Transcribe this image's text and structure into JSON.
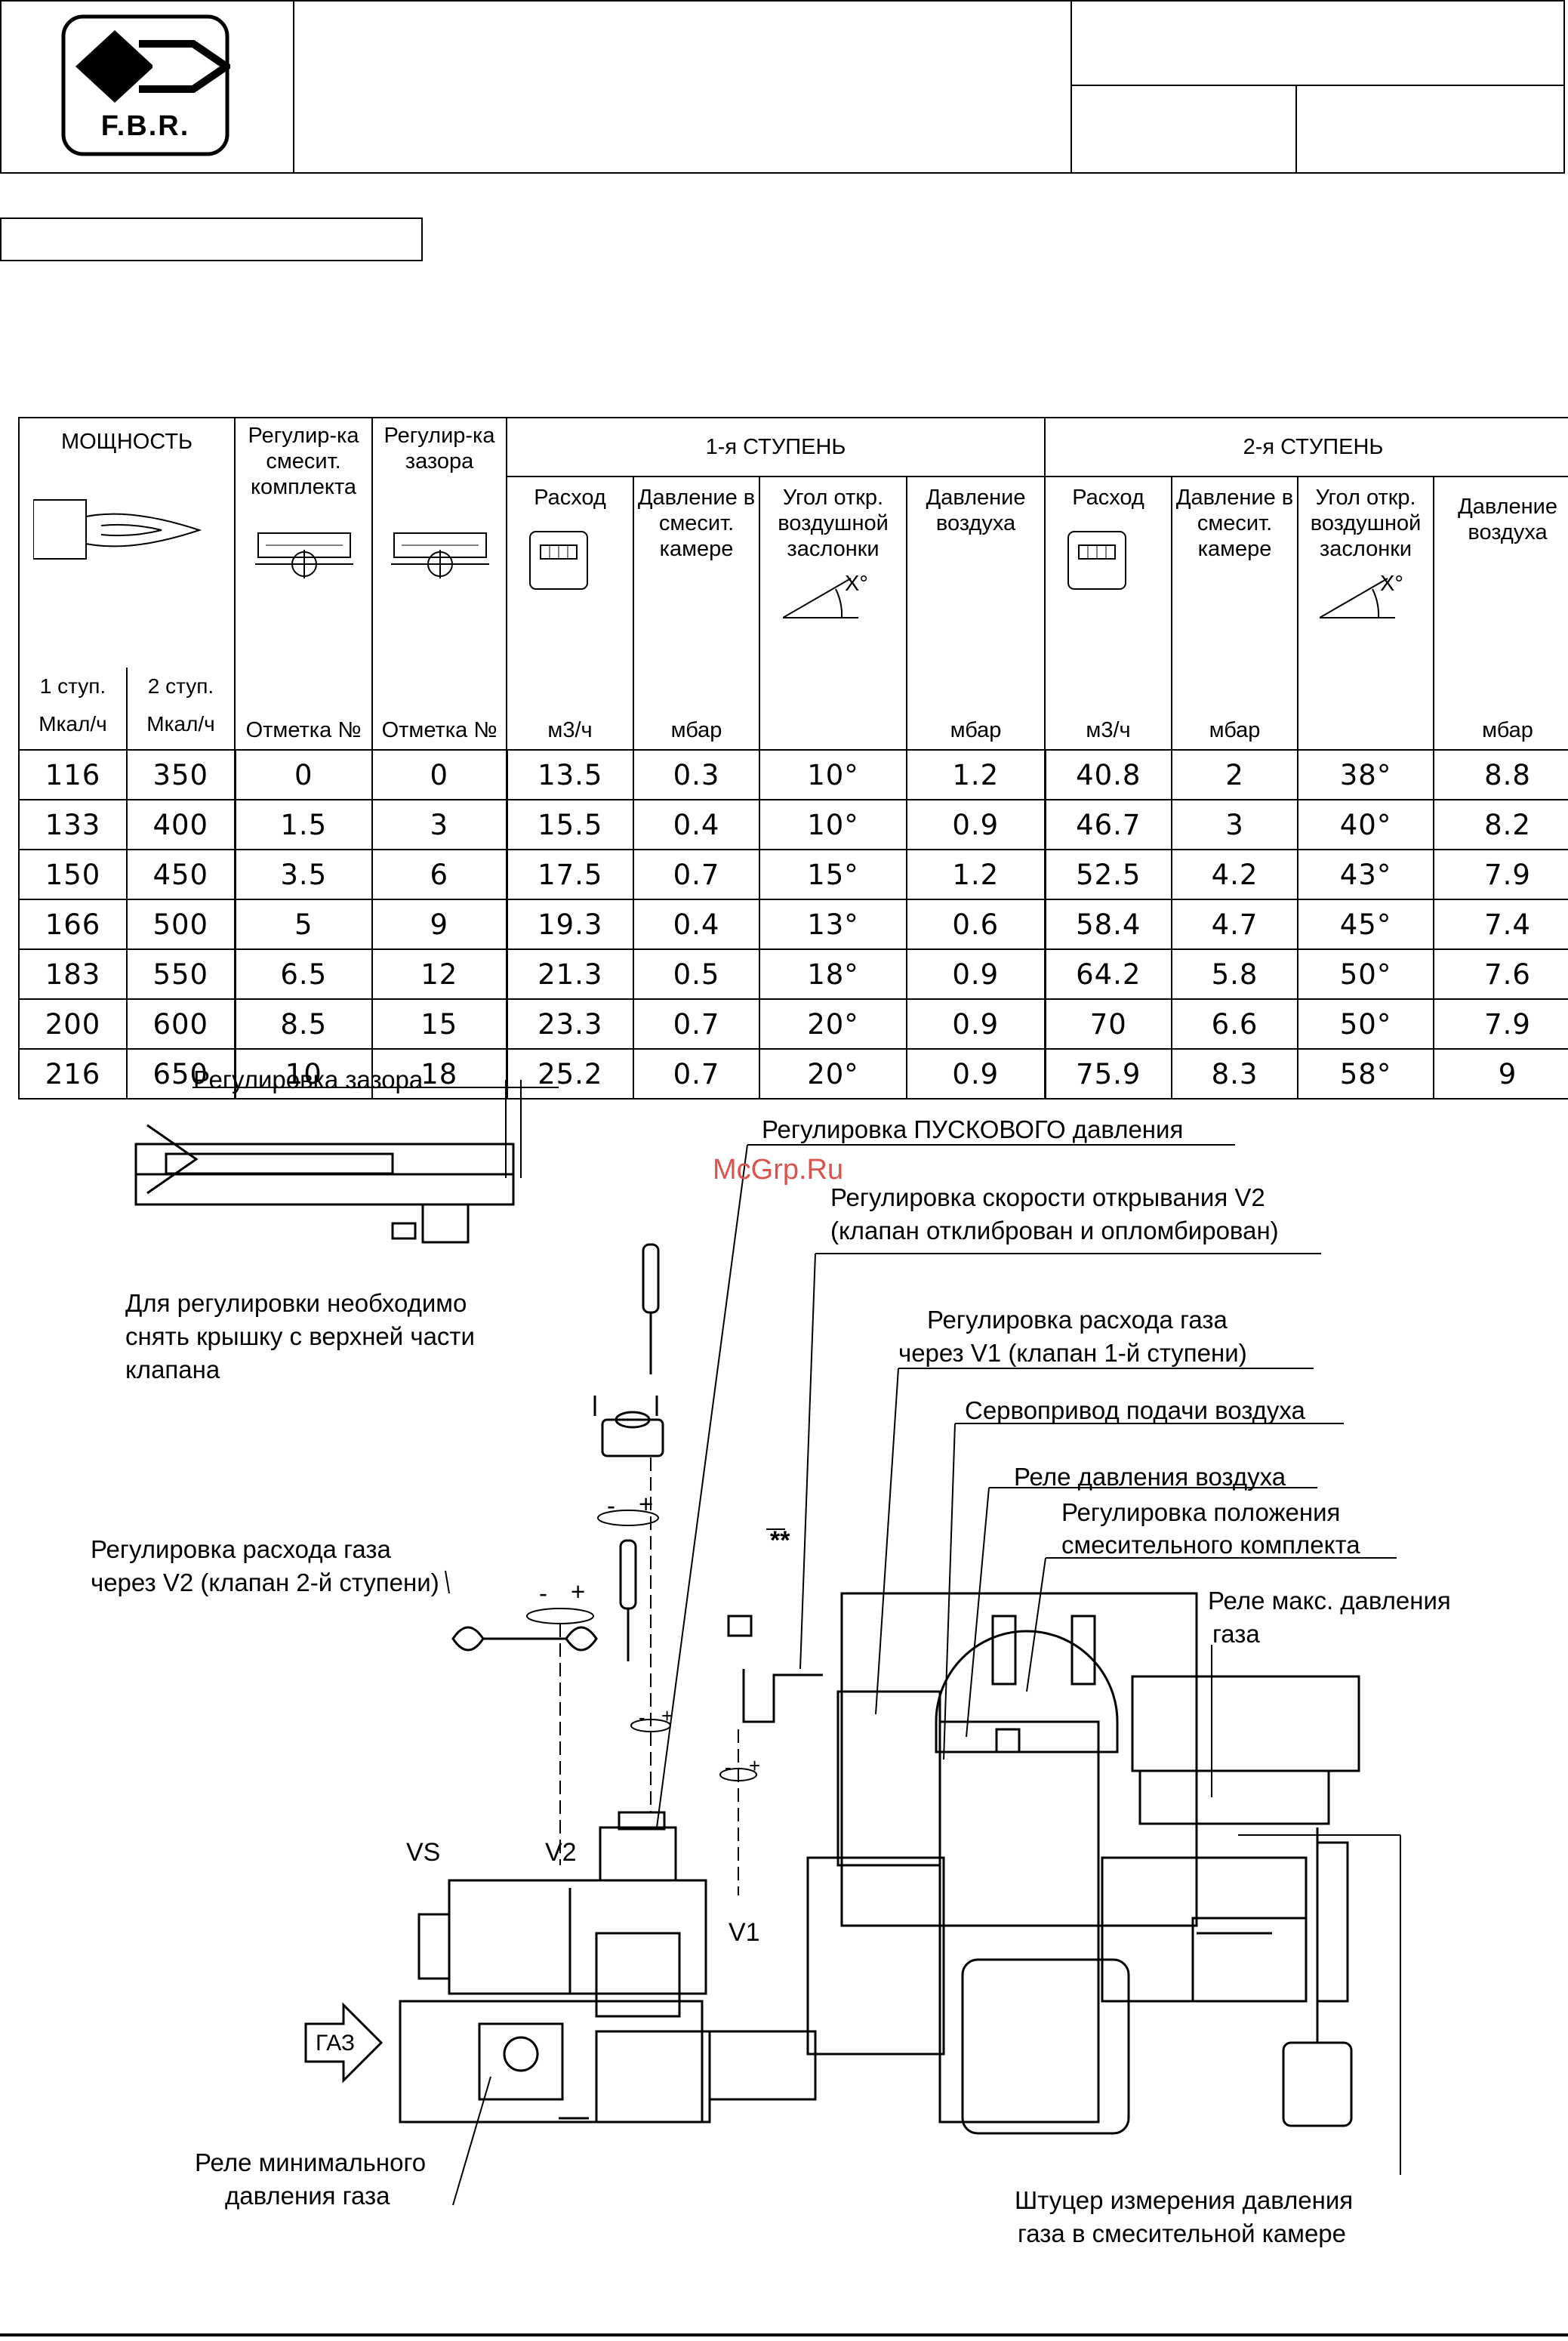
{
  "header": {
    "logo_text": "F.B.R."
  },
  "table": {
    "group_headers": {
      "power": "МОЩНОСТЬ",
      "stage1": "1-я СТУПЕНЬ",
      "stage2": "2-я СТУПЕНЬ"
    },
    "columns": {
      "stage1_power_label": "1 ступ.",
      "stage2_power_label": "2 ступ.",
      "power_unit": "Мкал/ч",
      "mix_adjust": "Регулир-ка смесит. комплекта",
      "gap_adjust": "Регулир-ка зазора",
      "mark_label": "Отметка №",
      "flow": "Расход",
      "mix_pressure": "Давление в смесит. камере",
      "damper_angle": "Угол откр. воздушной заслонки",
      "air_pressure": "Давление воздуха",
      "flow_unit": "м3/ч",
      "pressure_unit": "мбар",
      "angle_symbol": "X°"
    },
    "rows": [
      [
        "116",
        "350",
        "0",
        "0",
        "13.5",
        "0.3",
        "10°",
        "1.2",
        "40.8",
        "2",
        "38°",
        "8.8"
      ],
      [
        "133",
        "400",
        "1.5",
        "3",
        "15.5",
        "0.4",
        "10°",
        "0.9",
        "46.7",
        "3",
        "40°",
        "8.2"
      ],
      [
        "150",
        "450",
        "3.5",
        "6",
        "17.5",
        "0.7",
        "15°",
        "1.2",
        "52.5",
        "4.2",
        "43°",
        "7.9"
      ],
      [
        "166",
        "500",
        "5",
        "9",
        "19.3",
        "0.4",
        "13°",
        "0.6",
        "58.4",
        "4.7",
        "45°",
        "7.4"
      ],
      [
        "183",
        "550",
        "6.5",
        "12",
        "21.3",
        "0.5",
        "18°",
        "0.9",
        "64.2",
        "5.8",
        "50°",
        "7.6"
      ],
      [
        "200",
        "600",
        "8.5",
        "15",
        "23.3",
        "0.7",
        "20°",
        "0.9",
        "70",
        "6.6",
        "50°",
        "7.9"
      ],
      [
        "216",
        "650",
        "10",
        "18",
        "25.2",
        "0.7",
        "20°",
        "0.9",
        "75.9",
        "8.3",
        "58°",
        "9"
      ]
    ]
  },
  "diagram": {
    "gap_adjust": "Регулировка зазора",
    "start_pressure": "Регулировка ПУСКОВОГО давления",
    "v2_speed_1": "Регулировка скорости открывания V2",
    "v2_speed_2": "(клапан отклиброван и опломбирован)",
    "v1_flow_1": "Регулировка расхода газа",
    "v1_flow_2": "через V1 (клапан 1-й ступени)",
    "air_servo": "Сервопривод подачи воздуха",
    "air_pressure_relay": "Реле давления воздуха",
    "mix_position_1": "Регулировка положения",
    "mix_position_2": "смесительного комплекта",
    "max_gas_relay_1": "Реле макс. давления",
    "max_gas_relay_2": "газа",
    "cover_note_1": "Для регулировки необходимо",
    "cover_note_2": "снять крышку с верхней части",
    "cover_note_3": "клапана",
    "v2_flow_1": "Регулировка расхода газа",
    "v2_flow_2": "через V2 (клапан 2-й ступени)",
    "double_star": "**",
    "minus": "-",
    "plus": "+",
    "vs": "VS",
    "v2": "V2",
    "v1": "V1",
    "gas": "ГАЗ",
    "min_gas_relay_1": "Реле минимального",
    "min_gas_relay_2": "давления газа",
    "nipple_1": "Штуцер измерения давления",
    "nipple_2": "газа в смесительной камере"
  },
  "watermark": "McGrp.Ru"
}
